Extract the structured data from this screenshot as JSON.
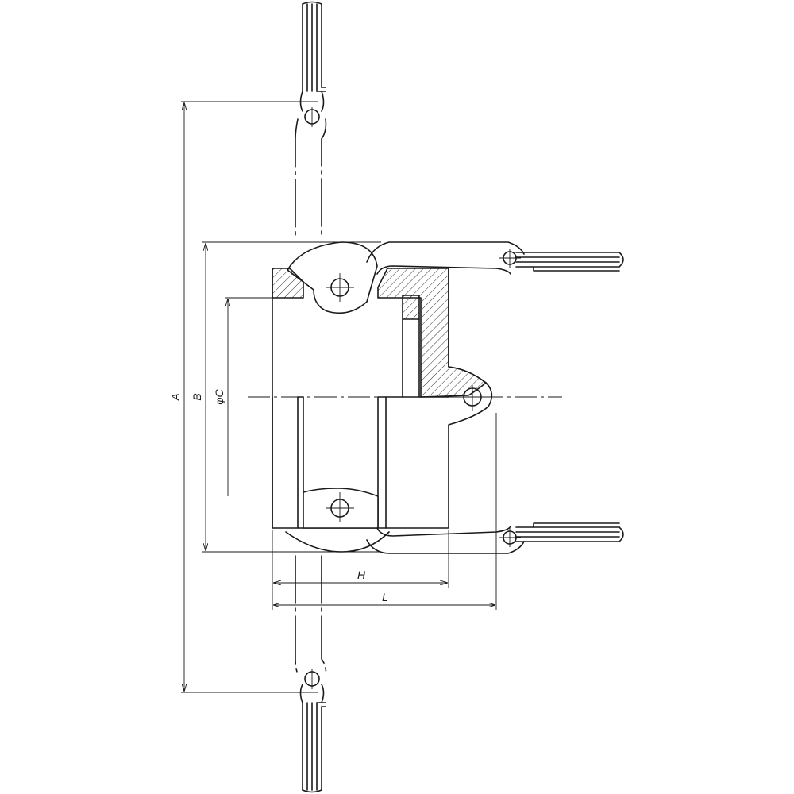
{
  "dimensions": {
    "A": "A",
    "B": "B",
    "C": "φC",
    "H": "H",
    "L": "L"
  },
  "colors": {
    "line": "#1a1a1a",
    "background": "#ffffff"
  }
}
